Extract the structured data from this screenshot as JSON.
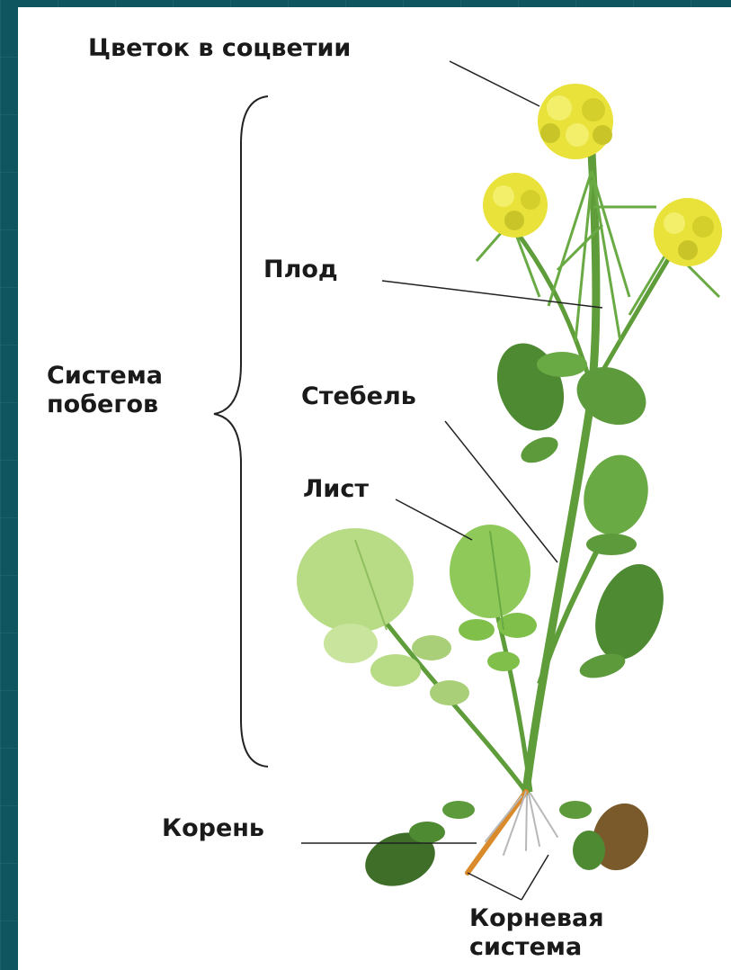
{
  "labels": {
    "flower": "Цветок в соцветии",
    "fruit": "Плод",
    "shoot_system_line1": "Система",
    "shoot_system_line2": "побегов",
    "stem": "Стебель",
    "leaf": "Лист",
    "root": "Корень",
    "root_system_line1": "Корневая",
    "root_system_line2": "система"
  },
  "colors": {
    "flower_yellow": "#e8e23a",
    "leaf_green": "#7fbf4a",
    "leaf_light": "#b8dc86",
    "stem_green": "#5f9c3a",
    "dark_green": "#3e6e28",
    "root_orange": "#d98a2b",
    "slide_bg": "#0e5560"
  },
  "icons": {
    "brace": "curly-brace-left",
    "plant": "plant-illustration"
  }
}
